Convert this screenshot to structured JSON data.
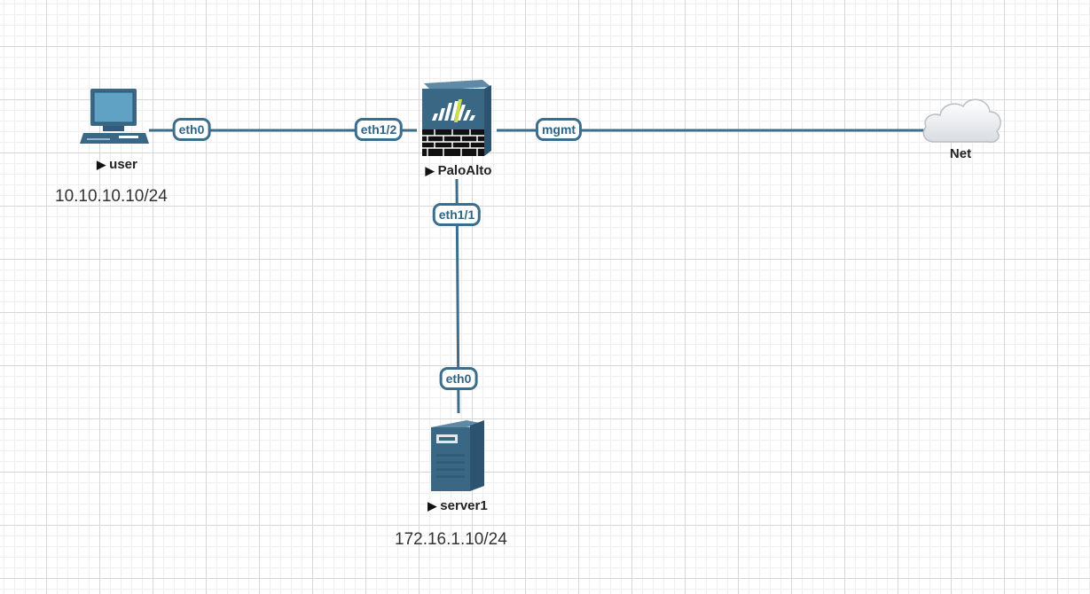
{
  "nodes": {
    "user": {
      "label": "user",
      "running_marker": "▶",
      "icon": "desktop-pc-icon"
    },
    "paloalto": {
      "label": "PaloAlto",
      "running_marker": "▶",
      "icon": "paloalto-firewall-icon"
    },
    "server1": {
      "label": "server1",
      "running_marker": "▶",
      "icon": "server-tower-icon"
    },
    "net": {
      "label": "Net",
      "icon": "cloud-icon"
    }
  },
  "ports": {
    "user_eth0": "eth0",
    "paloalto_eth1_2": "eth1/2",
    "paloalto_mgmt": "mgmt",
    "paloalto_eth1_1": "eth1/1",
    "server1_eth0": "eth0"
  },
  "annotations": {
    "user_ip": "10.10.10.10/24",
    "server1_ip": "172.16.1.10/24"
  },
  "colors": {
    "link": "#3d6d8c",
    "port_text": "#2f6485",
    "device_body": "#3a6884",
    "grid_major": "#d6d6d6",
    "grid_minor": "#efefef"
  }
}
